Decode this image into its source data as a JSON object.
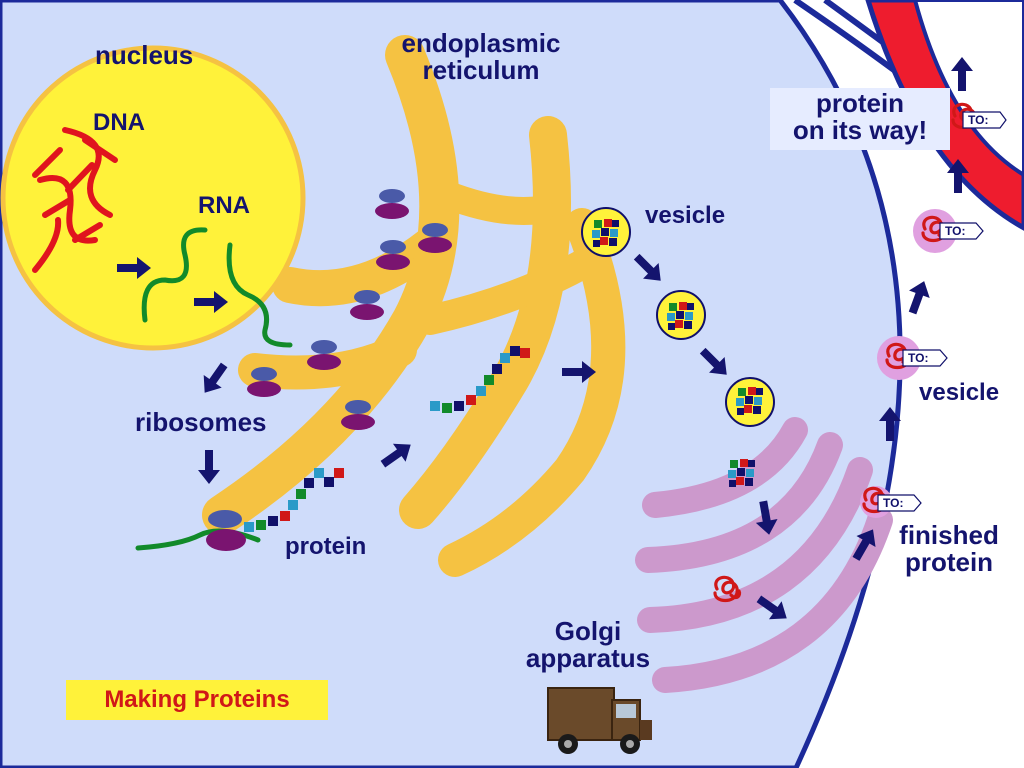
{
  "labels": {
    "nucleus": "nucleus",
    "dna": "DNA",
    "rna": "RNA",
    "er_line1": "endoplasmic",
    "er_line2": "reticulum",
    "ribosomes": "ribosomes",
    "protein": "protein",
    "vesicle_top": "vesicle",
    "vesicle_right": "vesicle",
    "golgi_line1": "Golgi",
    "golgi_line2": "apparatus",
    "finished_line1": "finished",
    "finished_line2": "protein",
    "on_way_line1": "protein",
    "on_way_line2": "on its way!",
    "title": "Making Proteins"
  },
  "tags": [
    "TO:",
    "TO:",
    "TO:",
    "TO:"
  ],
  "colors": {
    "background": "#cfdcfa",
    "nucleus": "#fff23a",
    "er": "#f5c242",
    "golgi": "#cc99cc",
    "membrane": "#1c2a9a",
    "blood_vessel": "#ee1c2e",
    "dna": "#e0141e",
    "rna": "#128a2a",
    "arrow": "#14146e",
    "ribosome_top": "#4a5aa8",
    "ribosome_bottom": "#7a1470",
    "title_box": "#fff23a",
    "title_text": "#d01818"
  },
  "icons": [
    "arrow-icon",
    "ribosome-icon",
    "protein-chain-icon",
    "vesicle-icon",
    "folded-protein-icon",
    "delivery-truck-icon"
  ]
}
